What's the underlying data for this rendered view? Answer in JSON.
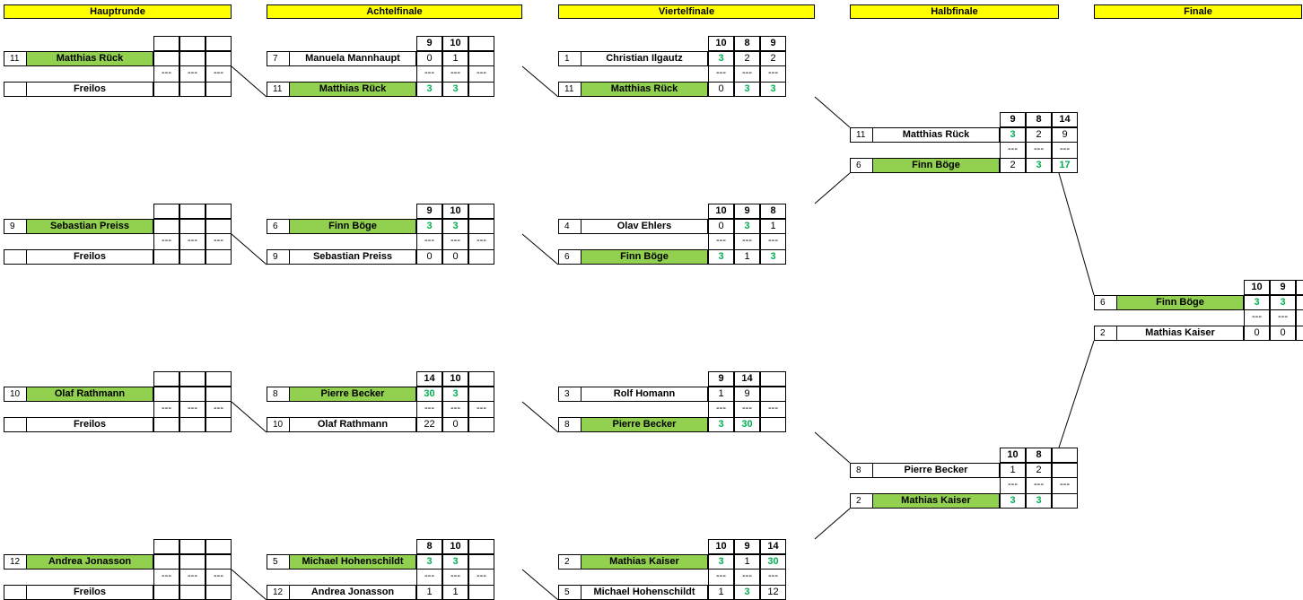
{
  "rounds": [
    "Hauptrunde",
    "Achtelfinale",
    "Viertelfinale",
    "Halbfinale",
    "Finale"
  ],
  "separator": "---",
  "matches": [
    {
      "round": 0,
      "headers": [
        "",
        "",
        ""
      ],
      "players": [
        {
          "seed": "11",
          "name": "Matthias Rück",
          "win": true,
          "scores": [
            "",
            "",
            ""
          ]
        },
        {
          "seed": "",
          "name": "Freilos",
          "win": false,
          "scores": [
            "",
            "",
            ""
          ]
        }
      ],
      "seps": [
        "---",
        "---",
        "---"
      ]
    },
    {
      "round": 0,
      "headers": [
        "",
        "",
        ""
      ],
      "players": [
        {
          "seed": "9",
          "name": "Sebastian Preiss",
          "win": true,
          "scores": [
            "",
            "",
            ""
          ]
        },
        {
          "seed": "",
          "name": "Freilos",
          "win": false,
          "scores": [
            "",
            "",
            ""
          ]
        }
      ],
      "seps": [
        "---",
        "---",
        "---"
      ]
    },
    {
      "round": 0,
      "headers": [
        "",
        "",
        ""
      ],
      "players": [
        {
          "seed": "10",
          "name": "Olaf Rathmann",
          "win": true,
          "scores": [
            "",
            "",
            ""
          ]
        },
        {
          "seed": "",
          "name": "Freilos",
          "win": false,
          "scores": [
            "",
            "",
            ""
          ]
        }
      ],
      "seps": [
        "---",
        "---",
        "---"
      ]
    },
    {
      "round": 0,
      "headers": [
        "",
        "",
        ""
      ],
      "players": [
        {
          "seed": "12",
          "name": "Andrea Jonasson",
          "win": true,
          "scores": [
            "",
            "",
            ""
          ]
        },
        {
          "seed": "",
          "name": "Freilos",
          "win": false,
          "scores": [
            "",
            "",
            ""
          ]
        }
      ],
      "seps": [
        "---",
        "---",
        "---"
      ]
    },
    {
      "round": 1,
      "headers": [
        "9",
        "10",
        ""
      ],
      "players": [
        {
          "seed": "7",
          "name": "Manuela Mannhaupt",
          "win": false,
          "scores": [
            "0",
            "1",
            ""
          ],
          "wins": [
            false,
            false,
            false
          ]
        },
        {
          "seed": "11",
          "name": "Matthias Rück",
          "win": true,
          "scores": [
            "3",
            "3",
            ""
          ],
          "wins": [
            true,
            true,
            false
          ]
        }
      ],
      "seps": [
        "---",
        "---",
        "---"
      ]
    },
    {
      "round": 1,
      "headers": [
        "9",
        "10",
        ""
      ],
      "players": [
        {
          "seed": "6",
          "name": "Finn Böge",
          "win": true,
          "scores": [
            "3",
            "3",
            ""
          ],
          "wins": [
            true,
            true,
            false
          ]
        },
        {
          "seed": "9",
          "name": "Sebastian Preiss",
          "win": false,
          "scores": [
            "0",
            "0",
            ""
          ],
          "wins": [
            false,
            false,
            false
          ]
        }
      ],
      "seps": [
        "---",
        "---",
        "---"
      ]
    },
    {
      "round": 1,
      "headers": [
        "14",
        "10",
        ""
      ],
      "players": [
        {
          "seed": "8",
          "name": "Pierre Becker",
          "win": true,
          "scores": [
            "30",
            "3",
            ""
          ],
          "wins": [
            true,
            true,
            false
          ]
        },
        {
          "seed": "10",
          "name": "Olaf Rathmann",
          "win": false,
          "scores": [
            "22",
            "0",
            ""
          ],
          "wins": [
            false,
            false,
            false
          ]
        }
      ],
      "seps": [
        "---",
        "---",
        "---"
      ]
    },
    {
      "round": 1,
      "headers": [
        "8",
        "10",
        ""
      ],
      "players": [
        {
          "seed": "5",
          "name": "Michael Hohenschildt",
          "win": true,
          "scores": [
            "3",
            "3",
            ""
          ],
          "wins": [
            true,
            true,
            false
          ]
        },
        {
          "seed": "12",
          "name": "Andrea Jonasson",
          "win": false,
          "scores": [
            "1",
            "1",
            ""
          ],
          "wins": [
            false,
            false,
            false
          ]
        }
      ],
      "seps": [
        "---",
        "---",
        "---"
      ]
    },
    {
      "round": 2,
      "headers": [
        "10",
        "8",
        "9"
      ],
      "players": [
        {
          "seed": "1",
          "name": "Christian Ilgautz",
          "win": false,
          "scores": [
            "3",
            "2",
            "2"
          ],
          "wins": [
            true,
            false,
            false
          ]
        },
        {
          "seed": "11",
          "name": "Matthias Rück",
          "win": true,
          "scores": [
            "0",
            "3",
            "3"
          ],
          "wins": [
            false,
            true,
            true
          ]
        }
      ],
      "seps": [
        "---",
        "---",
        "---"
      ]
    },
    {
      "round": 2,
      "headers": [
        "10",
        "9",
        "8"
      ],
      "players": [
        {
          "seed": "4",
          "name": "Olav Ehlers",
          "win": false,
          "scores": [
            "0",
            "3",
            "1"
          ],
          "wins": [
            false,
            true,
            false
          ]
        },
        {
          "seed": "6",
          "name": "Finn Böge",
          "win": true,
          "scores": [
            "3",
            "1",
            "3"
          ],
          "wins": [
            true,
            false,
            true
          ]
        }
      ],
      "seps": [
        "---",
        "---",
        "---"
      ]
    },
    {
      "round": 2,
      "headers": [
        "9",
        "14",
        ""
      ],
      "players": [
        {
          "seed": "3",
          "name": "Rolf Homann",
          "win": false,
          "scores": [
            "1",
            "9",
            ""
          ],
          "wins": [
            false,
            false,
            false
          ]
        },
        {
          "seed": "8",
          "name": "Pierre Becker",
          "win": true,
          "scores": [
            "3",
            "30",
            ""
          ],
          "wins": [
            true,
            true,
            false
          ]
        }
      ],
      "seps": [
        "---",
        "---",
        "---"
      ]
    },
    {
      "round": 2,
      "headers": [
        "10",
        "9",
        "14"
      ],
      "players": [
        {
          "seed": "2",
          "name": "Mathias Kaiser",
          "win": true,
          "scores": [
            "3",
            "1",
            "30"
          ],
          "wins": [
            true,
            false,
            true
          ]
        },
        {
          "seed": "5",
          "name": "Michael Hohenschildt",
          "win": false,
          "scores": [
            "1",
            "3",
            "12"
          ],
          "wins": [
            false,
            true,
            false
          ]
        }
      ],
      "seps": [
        "---",
        "---",
        "---"
      ]
    },
    {
      "round": 3,
      "headers": [
        "9",
        "8",
        "14"
      ],
      "players": [
        {
          "seed": "11",
          "name": "Matthias Rück",
          "win": false,
          "scores": [
            "3",
            "2",
            "9"
          ],
          "wins": [
            true,
            false,
            false
          ]
        },
        {
          "seed": "6",
          "name": "Finn Böge",
          "win": true,
          "scores": [
            "2",
            "3",
            "17"
          ],
          "wins": [
            false,
            true,
            true
          ]
        }
      ],
      "seps": [
        "---",
        "---",
        "---"
      ]
    },
    {
      "round": 3,
      "headers": [
        "10",
        "8",
        ""
      ],
      "players": [
        {
          "seed": "8",
          "name": "Pierre Becker",
          "win": false,
          "scores": [
            "1",
            "2",
            ""
          ],
          "wins": [
            false,
            false,
            false
          ]
        },
        {
          "seed": "2",
          "name": "Mathias Kaiser",
          "win": true,
          "scores": [
            "3",
            "3",
            ""
          ],
          "wins": [
            true,
            true,
            false
          ]
        }
      ],
      "seps": [
        "---",
        "---",
        "---"
      ]
    },
    {
      "round": 4,
      "headers": [
        "10",
        "9",
        ""
      ],
      "players": [
        {
          "seed": "6",
          "name": "Finn Böge",
          "win": true,
          "scores": [
            "3",
            "3",
            ""
          ],
          "wins": [
            true,
            true,
            false
          ]
        },
        {
          "seed": "2",
          "name": "Mathias Kaiser",
          "win": false,
          "scores": [
            "0",
            "0",
            ""
          ],
          "wins": [
            false,
            false,
            false
          ]
        }
      ],
      "seps": [
        "---",
        "---",
        "---"
      ]
    }
  ]
}
